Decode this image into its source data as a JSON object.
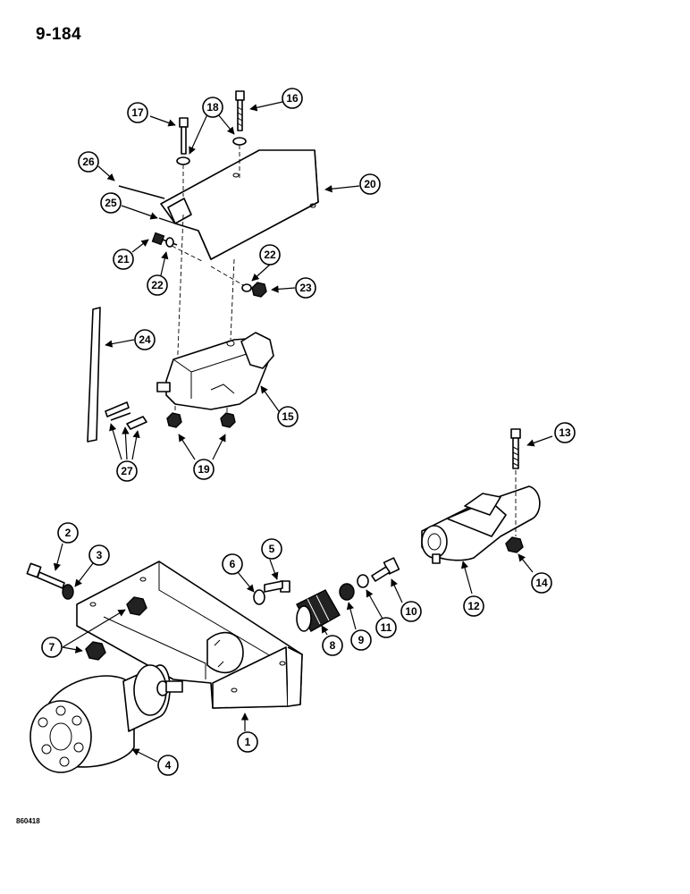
{
  "page": {
    "number": "9-184",
    "ref_code": "860418"
  },
  "callouts": [
    "1",
    "2",
    "3",
    "4",
    "5",
    "6",
    "7",
    "8",
    "9",
    "10",
    "11",
    "12",
    "13",
    "14",
    "15",
    "16",
    "17",
    "18",
    "19",
    "20",
    "21",
    "22",
    "23",
    "24",
    "25",
    "26",
    "27"
  ],
  "colors": {
    "ink": "#000000",
    "paper": "#ffffff"
  }
}
